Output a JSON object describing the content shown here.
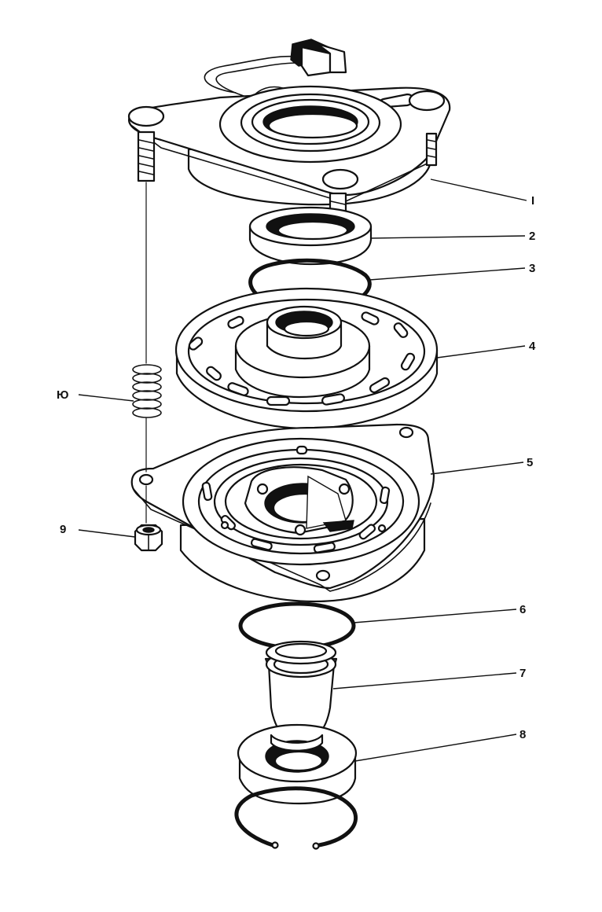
{
  "diagram": {
    "callouts": [
      {
        "id": "1",
        "label": "I"
      },
      {
        "id": "2",
        "label": "2"
      },
      {
        "id": "3",
        "label": "3"
      },
      {
        "id": "4",
        "label": "4"
      },
      {
        "id": "5",
        "label": "5"
      },
      {
        "id": "6",
        "label": "6"
      },
      {
        "id": "7",
        "label": "7"
      },
      {
        "id": "8",
        "label": "8"
      },
      {
        "id": "9",
        "label": "9"
      },
      {
        "id": "10",
        "label": "Ю"
      }
    ]
  }
}
